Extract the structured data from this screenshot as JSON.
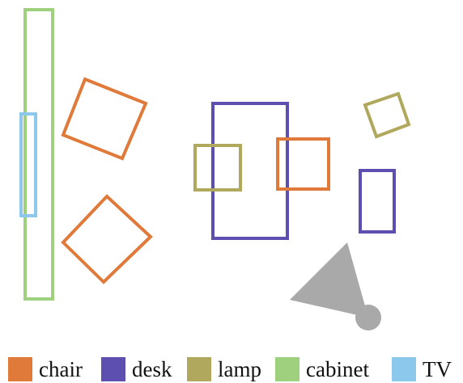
{
  "colors": {
    "chair": "#e07a3a",
    "desk": "#5d4fb0",
    "lamp": "#b0a85c",
    "cabinet": "#9fd07d",
    "tv": "#8cc8ec",
    "camera": "#a9a9a9"
  },
  "legend": [
    {
      "key": "chair",
      "label": "chair",
      "color": "#e07a3a"
    },
    {
      "key": "desk",
      "label": "desk",
      "color": "#5d4fb0"
    },
    {
      "key": "lamp",
      "label": "lamp",
      "color": "#b0a85c"
    },
    {
      "key": "cabinet",
      "label": "cabinet",
      "color": "#9fd07d"
    },
    {
      "key": "tv",
      "label": "TV",
      "color": "#8cc8ec"
    }
  ]
}
